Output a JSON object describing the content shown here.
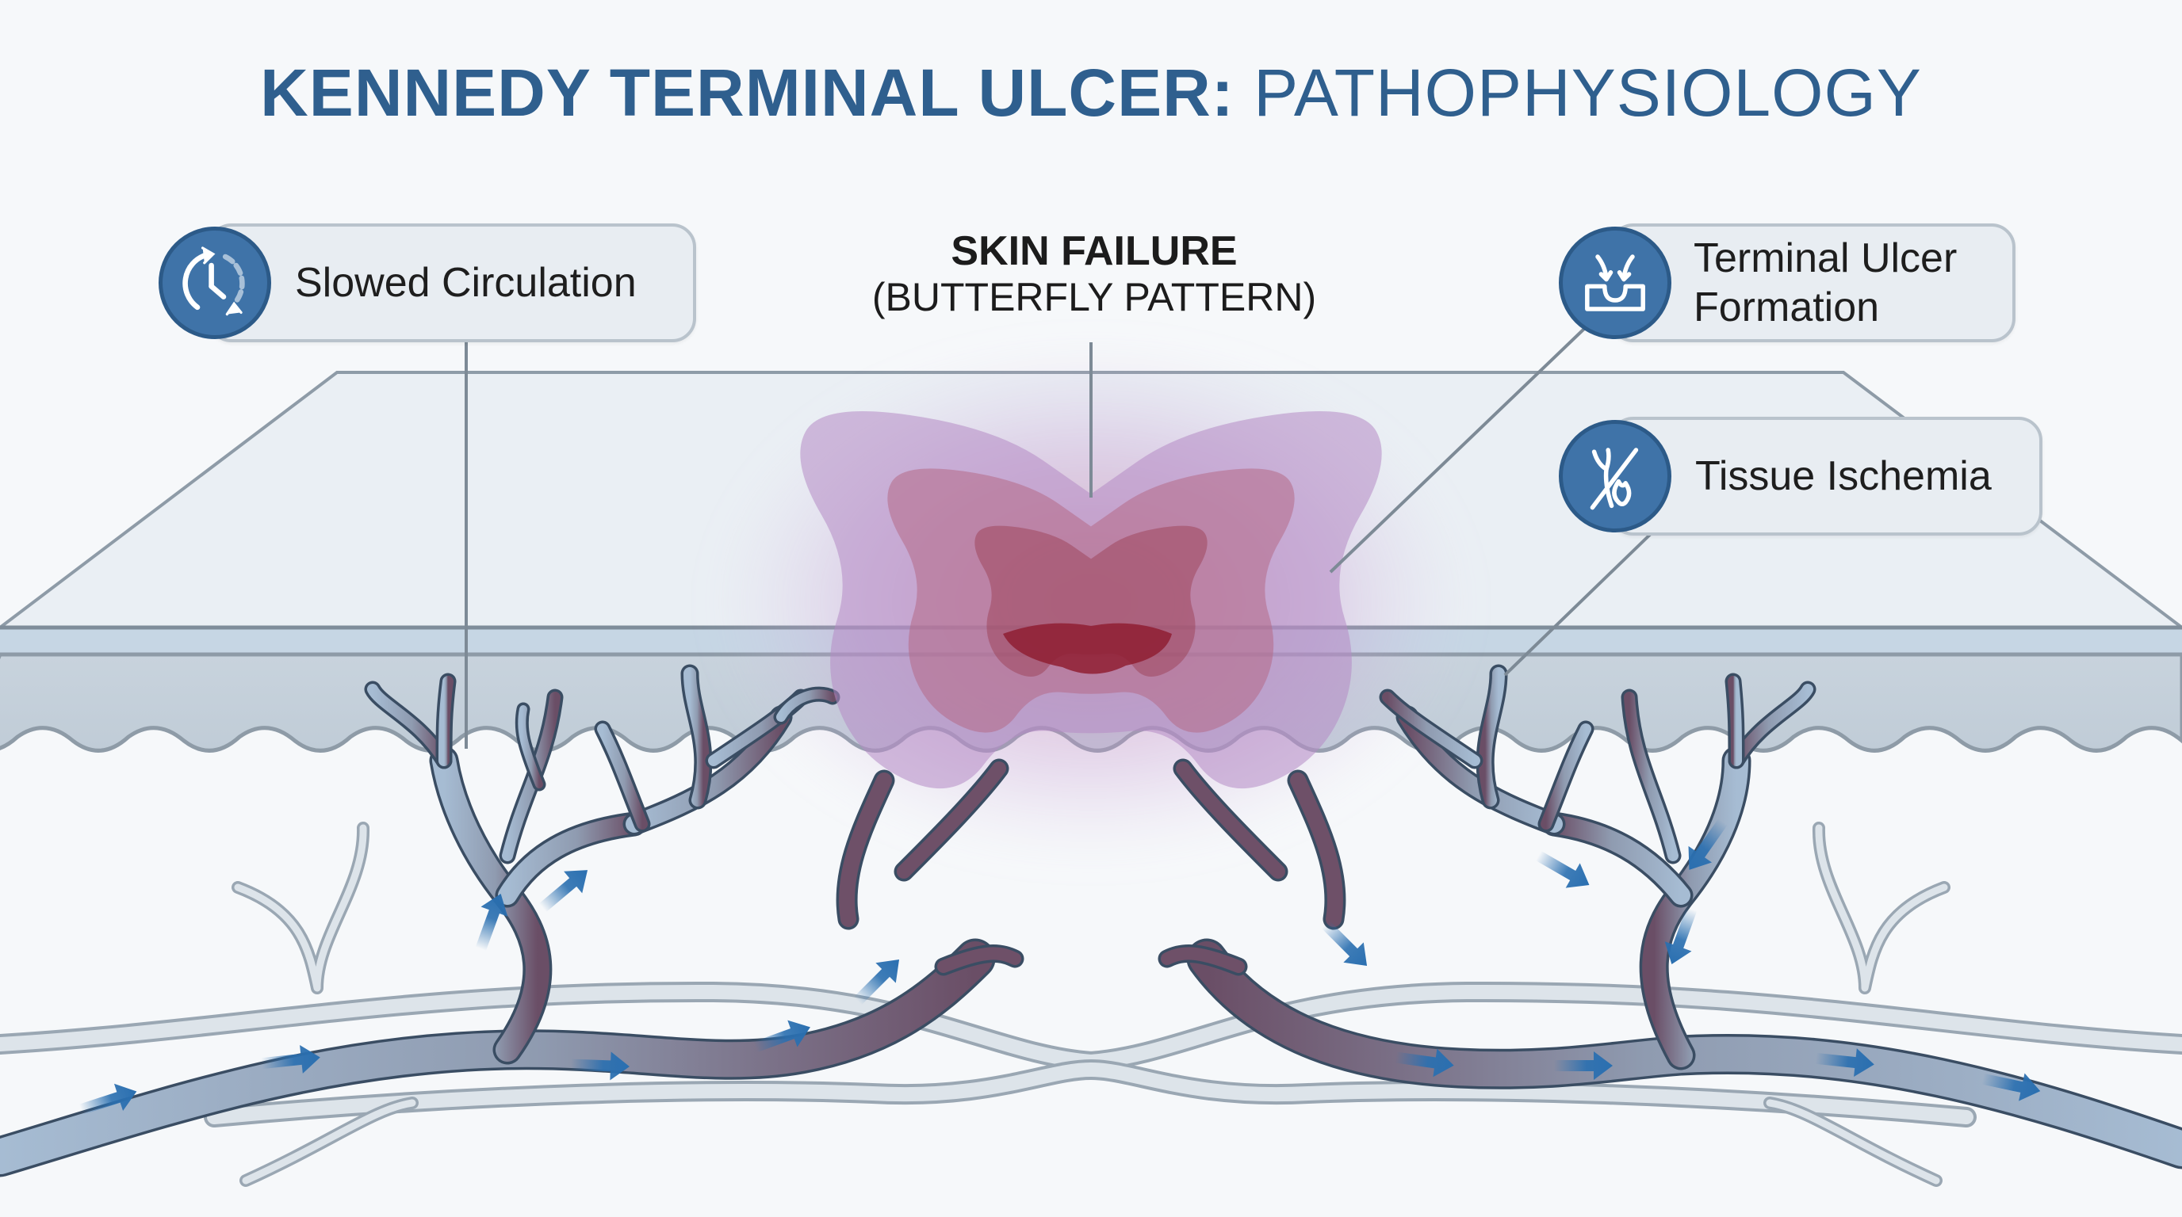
{
  "title": {
    "bold": "KENNEDY TERMINAL ULCER:",
    "light": "PATHOPHYSIOLOGY"
  },
  "center_label": {
    "line1": "SKIN FAILURE",
    "line2": "(BUTTERFLY PATTERN)"
  },
  "callouts": [
    {
      "id": "slowed-circulation",
      "icon": "clock-cycle-icon",
      "lines": [
        "Slowed Circulation"
      ]
    },
    {
      "id": "terminal-ulcer-formation",
      "icon": "ulcer-depression-icon",
      "lines": [
        "Terminal Ulcer",
        "Formation"
      ]
    },
    {
      "id": "tissue-ischemia",
      "icon": "blocked-vessel-flame-icon",
      "lines": [
        "Tissue Ischemia"
      ]
    }
  ],
  "diagram": {
    "layers": [
      "skin-surface",
      "epidermis",
      "dermis",
      "vascular-network"
    ],
    "lesion": "butterfly-shaped discoloration",
    "flow_direction": "left-to-right",
    "colors": {
      "title": "#2f5f8e",
      "badge": "#3f73a8",
      "vessel_healthy": "#a9bfd6",
      "vessel_outline": "#3a4d63",
      "vessel_ischemic": "#6c4a62",
      "flow_arrow": "#2a6fb0",
      "lesion_outer": "#b48ac4",
      "lesion_mid": "#b56a86",
      "lesion_core": "#9a3a4e",
      "ulcer": "#8f1e32"
    }
  }
}
